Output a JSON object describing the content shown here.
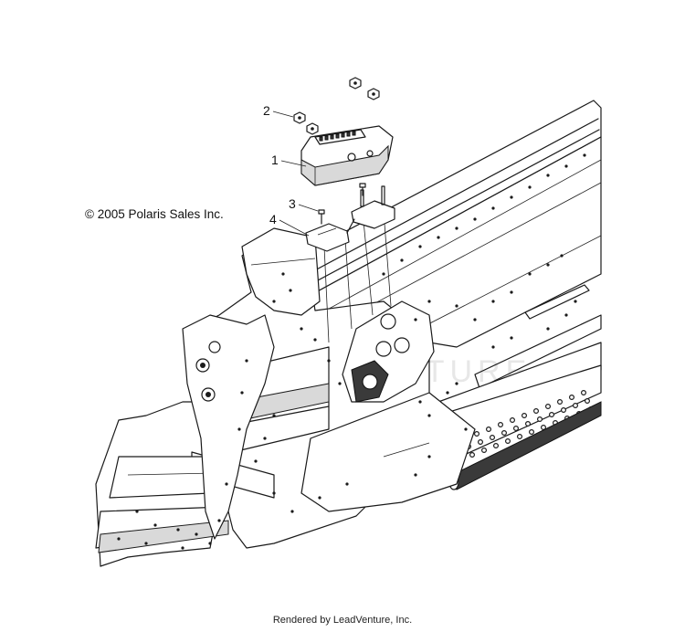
{
  "copyright": "© 2005 Polaris Sales Inc.",
  "rendered_by": "Rendered by LeadVenture, Inc.",
  "watermark": "LEADVENTURE",
  "callouts": [
    {
      "number": "1",
      "part": "ecu-module"
    },
    {
      "number": "2",
      "part": "nut"
    },
    {
      "number": "3",
      "part": "screw"
    },
    {
      "number": "4",
      "part": "mounting-bracket"
    }
  ]
}
